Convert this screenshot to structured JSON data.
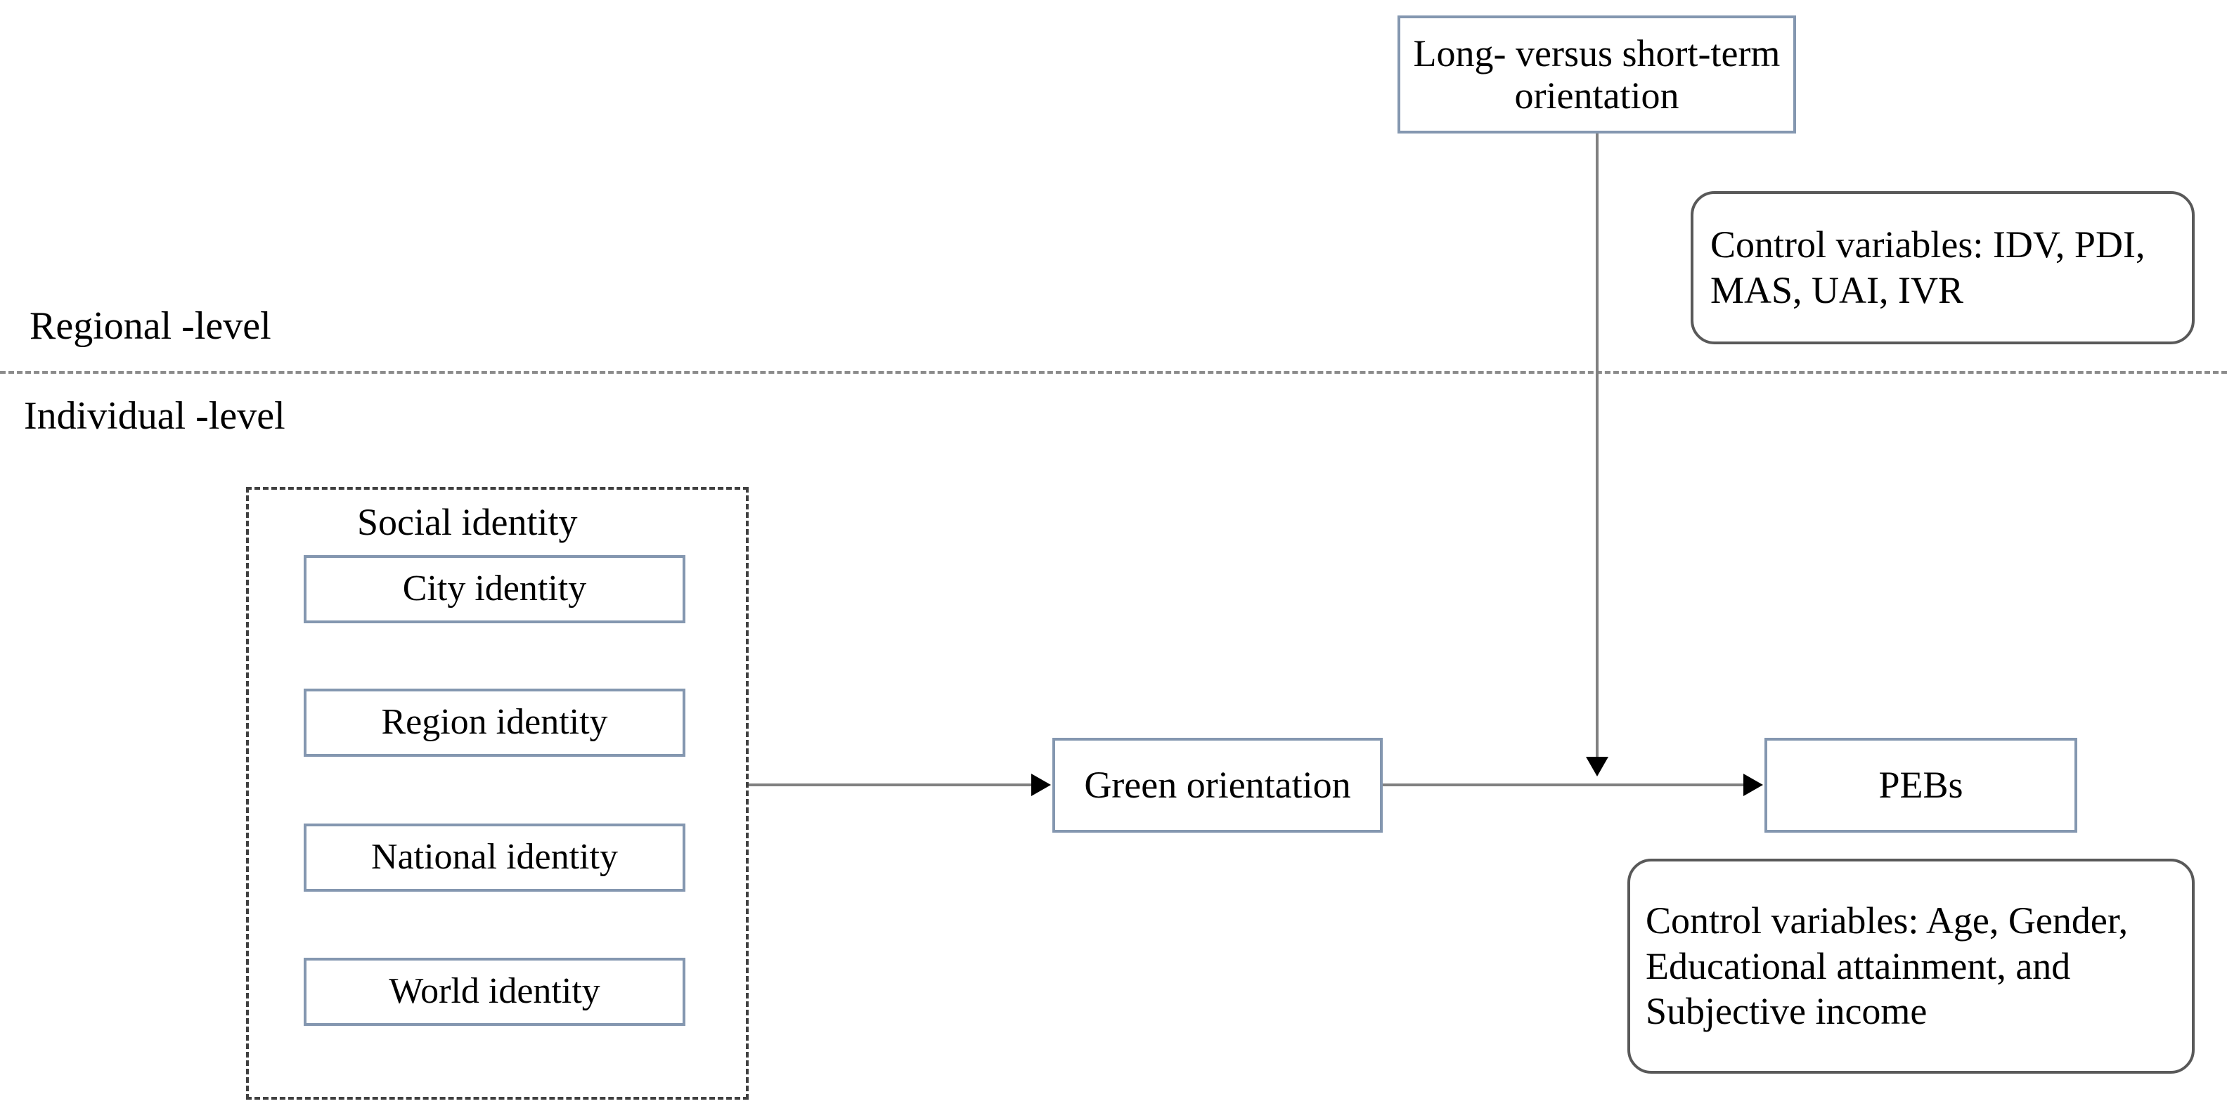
{
  "diagram": {
    "type": "conceptual-research-model",
    "levels": {
      "regional_label": "Regional -level",
      "individual_label": "Individual -level"
    },
    "nodes": {
      "moderator": "Long-  versus short-term orientation",
      "mediator": "Green orientation",
      "outcome": "PEBs",
      "group_title": "Social identity",
      "identities": [
        "City identity",
        "Region identity",
        "National identity",
        "World identity"
      ]
    },
    "controls": {
      "regional": "Control variables: IDV, PDI, MAS, UAI, IVR",
      "individual": "Control variables: Age, Gender, Educational attainment, and Subjective income"
    },
    "colors": {
      "box_border": "#8497b0",
      "rounded_border": "#595959",
      "group_border": "#404040",
      "connector": "#808080",
      "divider": "#8c8c8c"
    }
  }
}
